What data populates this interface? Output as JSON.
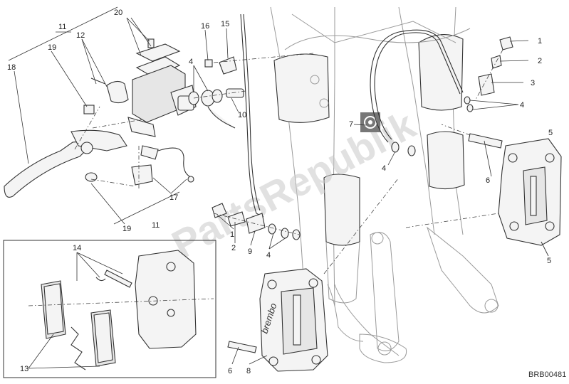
{
  "diagram": {
    "code": "BRB00481",
    "watermark": "PartsRepublik",
    "logo_text": "brembo",
    "callouts": [
      "1",
      "2",
      "3",
      "4",
      "5",
      "6",
      "7",
      "8",
      "9",
      "10",
      "11",
      "12",
      "13",
      "14",
      "15",
      "16",
      "17",
      "18",
      "19",
      "20"
    ]
  }
}
